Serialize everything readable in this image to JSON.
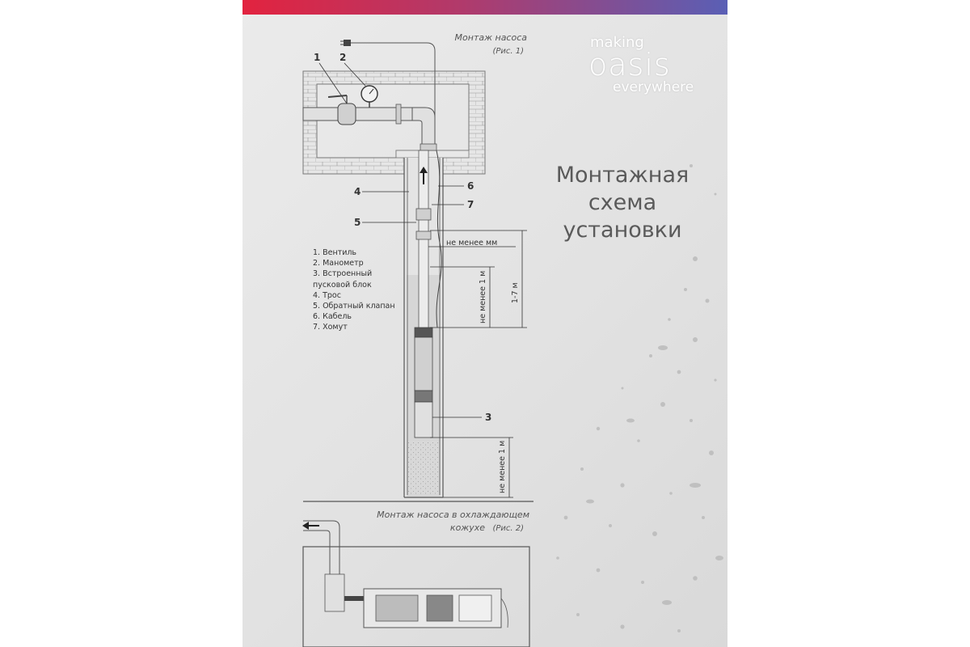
{
  "brand": {
    "line1": "making",
    "line2": "oasis",
    "line3": "everywhere"
  },
  "title": {
    "line1": "Монтажная",
    "line2": "схема",
    "line3": "установки"
  },
  "figure1": {
    "caption": "Монтаж насоса",
    "ref": "(Рис. 1)",
    "callouts": [
      "1",
      "2",
      "3",
      "4",
      "5",
      "6",
      "7"
    ],
    "dim_labels": {
      "top": "не менее     мм",
      "range": "1-7 м",
      "mid": "не менее 1 м",
      "bottom": "не менее 1 м"
    }
  },
  "legend": [
    "1. Вентиль",
    "2. Манометр",
    "3. Встроенный",
    "пусковой блок",
    "4. Трос",
    "5. Обратный клапан",
    "6. Кабель",
    "7. Хомут"
  ],
  "figure2": {
    "caption_line1": "Монтаж насоса в охлаждающем",
    "caption_line2": "кожухе",
    "ref": "(Рис. 2)"
  },
  "colors": {
    "top_bar_start": "#e2233f",
    "top_bar_end": "#5a5fb5",
    "title_text": "#5a5a5a",
    "brand_text": "#ffffff"
  }
}
